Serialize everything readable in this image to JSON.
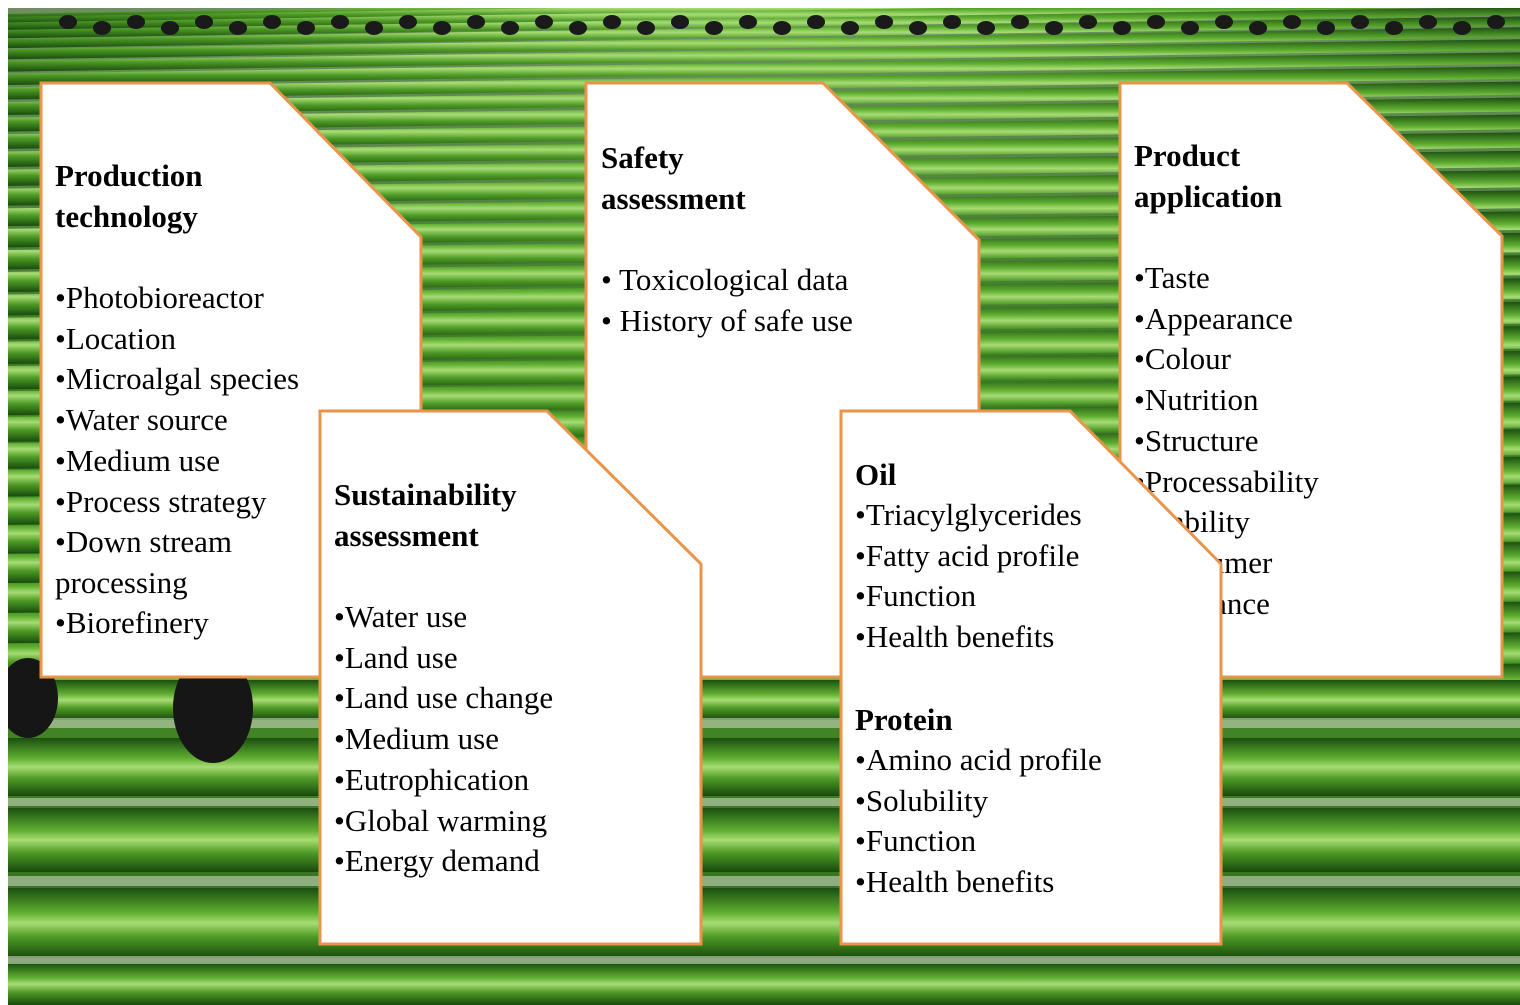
{
  "colors": {
    "card_border": "#e8954b",
    "card_fill": "#ffffff",
    "algae_dark": "#1f5e12",
    "algae_mid": "#3f8f1f",
    "algae_light": "#7fc24a"
  },
  "cards": {
    "production": {
      "heading": [
        "Production",
        "technology"
      ],
      "items": [
        "•Photobioreactor",
        "•Location",
        "•Microalgal species",
        "•Water source",
        "•Medium use",
        "•Process strategy",
        "•Down stream",
        "processing",
        "•Biorefinery"
      ]
    },
    "safety": {
      "heading": [
        "Safety",
        "assessment"
      ],
      "items": [
        "• Toxicological data",
        "• History of safe use"
      ]
    },
    "product": {
      "heading": [
        "Product",
        "application"
      ],
      "items": [
        "•Taste",
        "•Appearance",
        "•Colour",
        "•Nutrition",
        "•Structure",
        "•Processability",
        "•Stability",
        "•Consumer",
        "acceptance"
      ]
    },
    "sustainability": {
      "heading": [
        "Sustainability",
        "assessment"
      ],
      "items": [
        "•Water use",
        "•Land use",
        "•Land use change",
        "•Medium use",
        "•Eutrophication",
        "•Global warming",
        "•Energy demand"
      ]
    },
    "composition": {
      "oil_heading": "Oil",
      "oil_items": [
        "•Triacylglycerides",
        "•Fatty acid profile",
        "•Function",
        "•Health benefits"
      ],
      "protein_heading": "Protein",
      "protein_items": [
        "•Amino acid profile",
        "•Solubility",
        "•Function",
        "•Health benefits"
      ]
    }
  }
}
